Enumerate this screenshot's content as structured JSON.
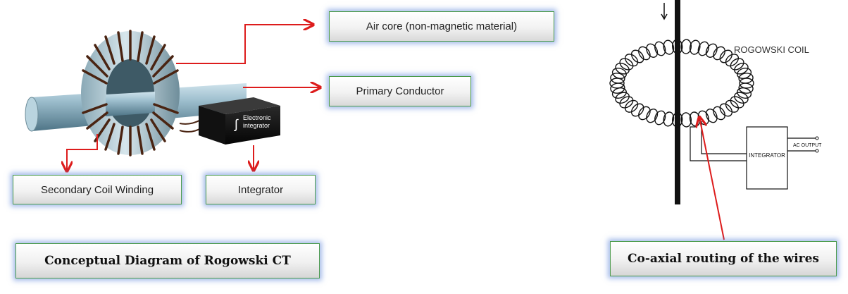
{
  "left_diagram": {
    "labels": {
      "air_core": "Air core (non-magnetic material)",
      "primary_conductor": "Primary Conductor",
      "secondary_coil": "Secondary Coil Winding",
      "integrator": "Integrator"
    },
    "integrator_box_text": [
      "Electronic",
      "integrator"
    ],
    "caption": "Conceptual Diagram of Rogowski CT",
    "arrow_color": "#dd1c1c"
  },
  "right_diagram": {
    "coil_label": "ROGOWSKI COIL",
    "integrator_box": "INTEGRATOR",
    "output_label": "AC OUTPUT",
    "caption": "Co-axial routing of the wires",
    "arrow_color": "#dd1c1c"
  },
  "colors": {
    "box_border": "#4a9a4a",
    "box_glow": "#5a82d7",
    "arrow": "#dd1c1c"
  }
}
